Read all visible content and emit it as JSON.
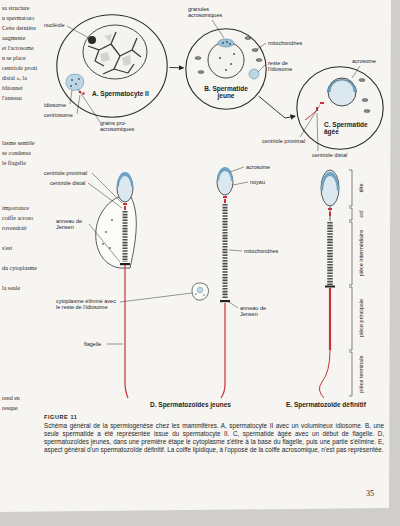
{
  "diagram": {
    "caption": "Schéma général de la spermiogenèse chez les mammifères. A, spermatocyte II avec un volumineux idiosome. B, une seule spermatide a été représentée issue du spermatocyte II. C, spermatide âgée avec un début de flagelle. D, spermatozoïdes jeunes, dans une première étape le cytoplasme s'étire à la base du flagelle, puis une partie s'élimine. E, aspect général d'un spermatozoïde définitif. La coiffe lipidique, à l'opposé de la coiffe acrosomique, n'est pas représentée.",
    "nodes": [
      {
        "text": [
          "A. Spermatocyte II"
        ]
      },
      {
        "text": [
          "B. Spermatide jeune"
        ]
      },
      {
        "text": [
          "C. Spermatide âgée"
        ]
      }
    ],
    "edges": [
      {
        "from": 0,
        "to": 1,
        "arrow": "to"
      },
      {
        "from": 1,
        "to": 2,
        "arrow": "to"
      }
    ],
    "labels": [
      "nucléole",
      "grains pro-acrosomiques",
      "idiosome",
      "centrosome",
      "granules acrosomiques",
      "mitochondries",
      "reste de l'idiosome",
      "acrosome",
      "centriole proximal",
      "centriole distal",
      "centriole proximal",
      "centriole distal",
      "anneau de Jensen",
      "acrosome",
      "noyau",
      "mitochondries",
      "cytoplasme éliminé avec le reste de l'idiosome",
      "flagelle",
      "anneau de Jensen",
      "D. Spermatozoïdes jeunes",
      "tête",
      "col",
      "pièce intermédiaire",
      "pièce principale",
      "pièce terminale",
      "E. Spermatozoïde définitif",
      "FIGURE 11",
      "35",
      "sa structure",
      "u spermatozo",
      "Cette dernière",
      "augmente",
      "et l'acrosome",
      "n se place",
      "centriole proxi",
      "distal », la",
      "bâtonnet",
      "l'anneau",
      "lasme semble",
      "se condense",
      "le flagelle",
      "importance",
      "coiffe acroso",
      "rovendrait",
      "s'est",
      "du cytoplasme",
      "la seule",
      "rend en",
      "resque"
    ]
  }
}
